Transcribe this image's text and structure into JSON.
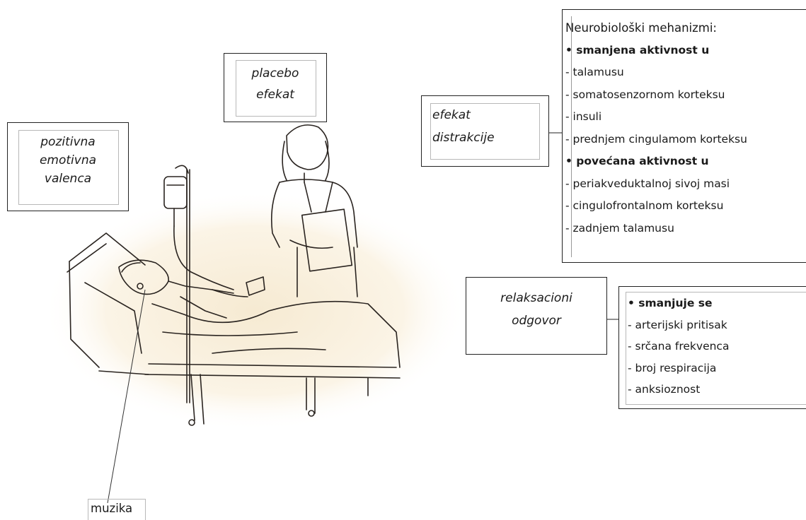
{
  "labels": {
    "positive_valence": [
      "pozitivna",
      "emotivna",
      "valenca"
    ],
    "placebo": [
      "placebo",
      "efekat"
    ],
    "distraction": [
      "efekat",
      "distrakcije"
    ],
    "relaxation": [
      "relaksacioni",
      "odgovor"
    ],
    "music": "muzika"
  },
  "neuro": {
    "title": "Neurobiološki mehanizmi:",
    "decreased_header": "• smanjena aktivnost u",
    "decreased_items": [
      "- talamusu",
      "- somatosenzornom korteksu",
      "- insuli",
      "- prednjem cingulamom korteksu"
    ],
    "increased_header": "• povećana aktivnost u",
    "increased_items": [
      "- periakveduktalnoj sivoj masi",
      "- cingulofrontalnom korteksu",
      "- zadnjem talamusu"
    ]
  },
  "relax_effects": {
    "header": "• smanjuje se",
    "items": [
      "- arterijski pritisak",
      "- srčana frekvenca",
      "- broj respiracija",
      "- anksioznost"
    ]
  }
}
